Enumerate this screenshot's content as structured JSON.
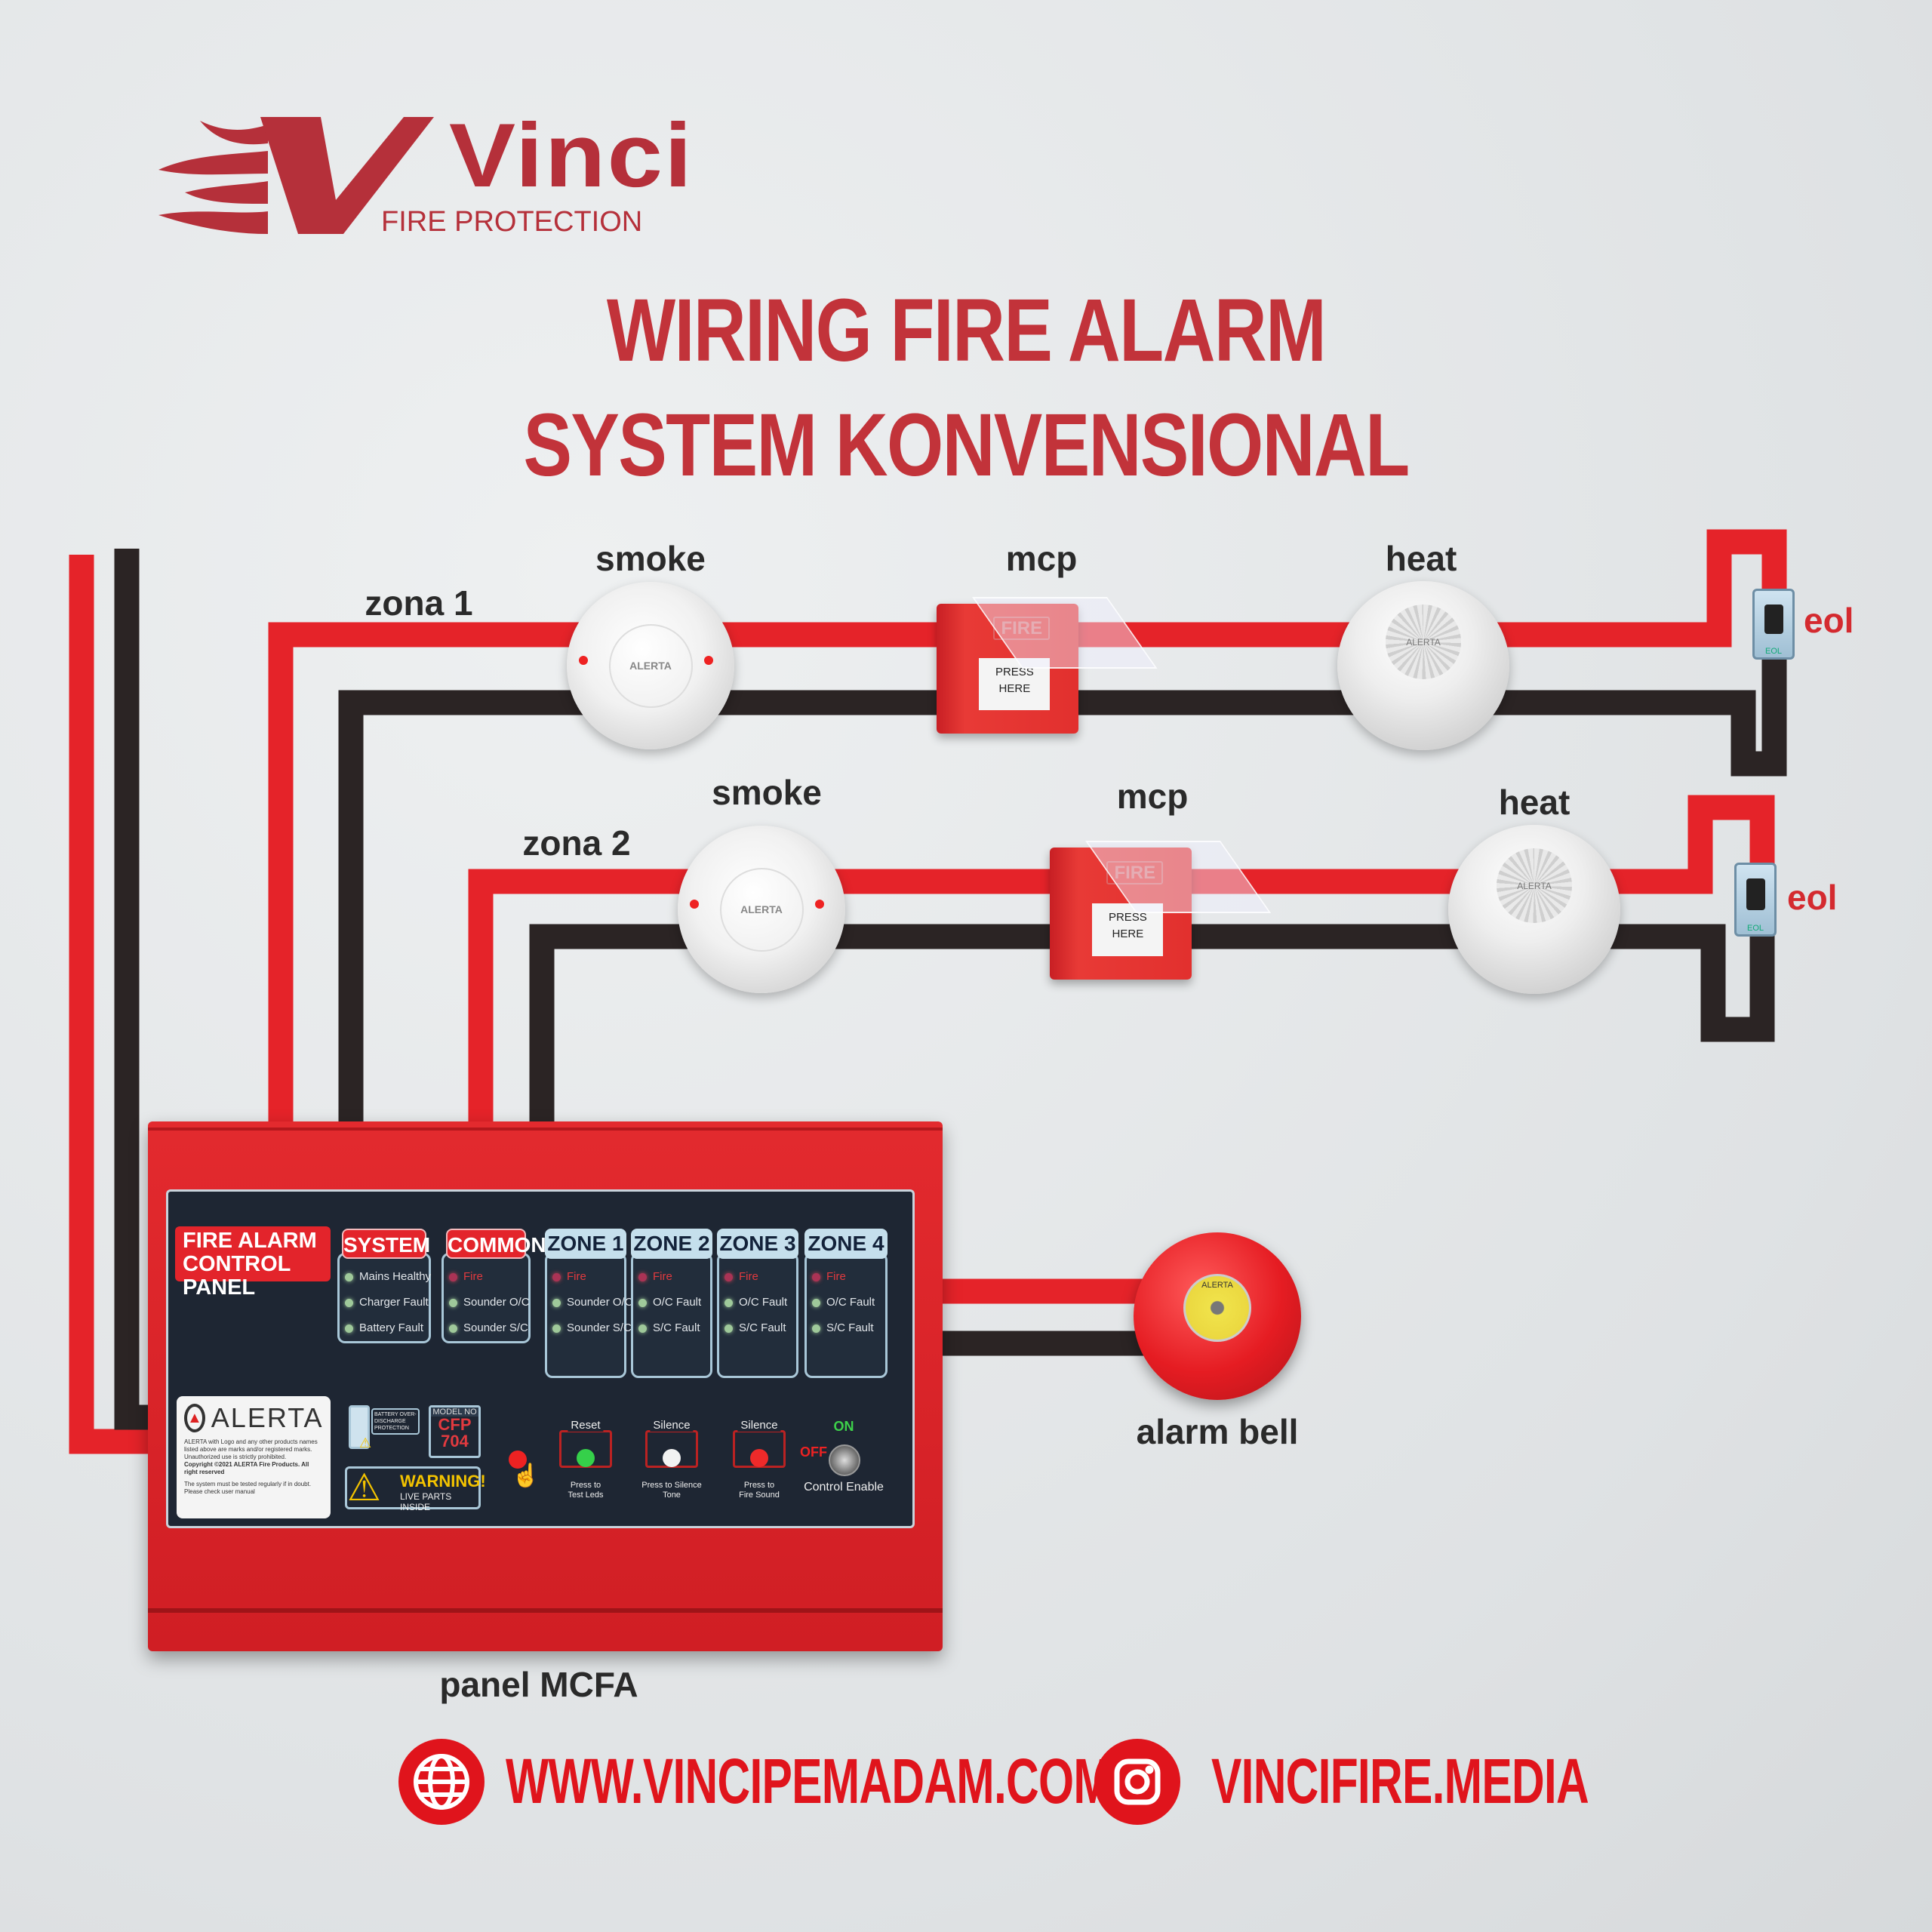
{
  "logo": {
    "brand": "Vinci",
    "tagline": "FIRE PROTECTION",
    "color": "#b5303a"
  },
  "title": {
    "line1": "WIRING FIRE ALARM",
    "line2": "SYSTEM KONVENSIONAL",
    "color": "#c2333a"
  },
  "colors": {
    "wire_positive": "#e52329",
    "wire_negative": "#2b2424"
  },
  "zones": [
    {
      "label": "zona 1",
      "devices": {
        "smoke": "smoke",
        "mcp": "mcp",
        "heat": "heat",
        "eol": "eol"
      }
    },
    {
      "label": "zona 2",
      "devices": {
        "smoke": "smoke",
        "mcp": "mcp",
        "heat": "heat",
        "eol": "eol"
      }
    }
  ],
  "device_text": {
    "brand": "ALERTA",
    "mcp_fire": "FIRE",
    "mcp_press": "PRESS",
    "mcp_here": "HERE",
    "eol_tag": "EOL"
  },
  "bell": {
    "label": "alarm bell",
    "brand": "ALERTA"
  },
  "panel": {
    "label": "panel MCFA",
    "title_line1": "FIRE ALARM",
    "title_line2": "CONTROL PANEL",
    "columns": [
      {
        "header": "SYSTEM",
        "items": [
          "Mains Healthy",
          "Charger Fault",
          "Battery Fault"
        ]
      },
      {
        "header": "COMMON",
        "items": [
          "Fire",
          "Sounder O/C",
          "Sounder S/C"
        ]
      },
      {
        "header": "ZONE 1",
        "items": [
          "Fire",
          "Sounder O/C",
          "Sounder S/C"
        ]
      },
      {
        "header": "ZONE 2",
        "items": [
          "Fire",
          "O/C Fault",
          "S/C Fault"
        ]
      },
      {
        "header": "ZONE 3",
        "items": [
          "Fire",
          "O/C Fault",
          "S/C Fault"
        ]
      },
      {
        "header": "ZONE 4",
        "items": [
          "Fire",
          "O/C Fault",
          "S/C Fault"
        ]
      }
    ],
    "brand": "ALERTA",
    "legal1": "ALERTA with Logo and any other products names listed above are marks and/or registered marks. Unauthorized use is strictly prohibited.",
    "legal2": "Copyright ©2021 ALERTA Fire Products. All right reserved",
    "legal3": "The system must be tested regularly if in doubt. Please check user manual",
    "battery": "BATTERY OVER-DISCHARGE PROTECTION",
    "model_label": "MODEL NO",
    "model_line1": "CFP",
    "model_line2": "704",
    "warning": "WARNING!",
    "warning_sub": "LIVE PARTS INSIDE",
    "buttons": [
      {
        "label": "Reset",
        "sub1": "Press to",
        "sub2": "Test Leds",
        "led": "#35d04a"
      },
      {
        "label": "Silence",
        "sub1": "Press to Silence",
        "sub2": "Tone",
        "led": "#f2f2f2"
      },
      {
        "label": "Silence",
        "sub1": "Press to",
        "sub2": "Fire Sound",
        "led": "#ee2a2a"
      }
    ],
    "key": {
      "on": "ON",
      "off": "OFF",
      "label": "Control Enable"
    }
  },
  "footer": {
    "website": "WWW.VINCIPEMADAM.COM",
    "instagram": "VINCIFIRE.MEDIA",
    "website_icon": "globe-icon",
    "instagram_icon": "instagram-icon"
  }
}
